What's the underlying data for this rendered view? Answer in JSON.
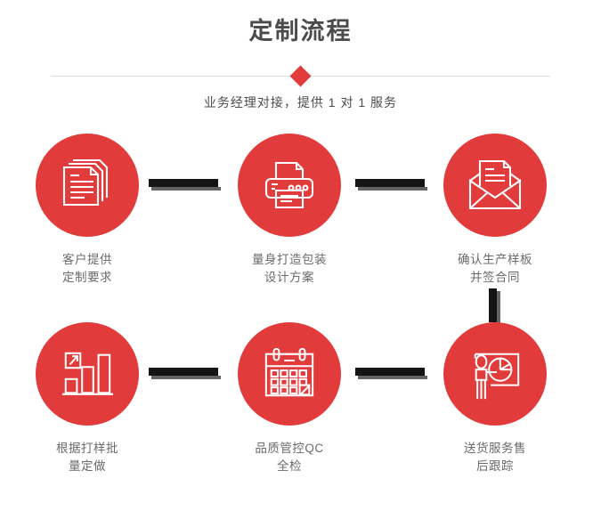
{
  "header": {
    "title": "定制流程",
    "subtitle": "业务经理对接，提供 1 对 1 服务",
    "diamond_icon": "diamond-marker",
    "accent_color": "#e23b3b",
    "title_color": "#4c4c4c",
    "divider_color": "#dcdcdc"
  },
  "flow": {
    "label_color": "#6b6b6b",
    "connector_color": "#141414",
    "connector_shadow_color": "#636363",
    "steps": [
      {
        "index": 1,
        "icon": "documents-stack-icon",
        "label": "客户提供\n定制要求"
      },
      {
        "index": 2,
        "icon": "printer-icon",
        "label": "量身打造包装\n设计方案"
      },
      {
        "index": 3,
        "icon": "open-envelope-letter-icon",
        "label": "确认生产样板\n并签合同"
      },
      {
        "index": 4,
        "icon": "bar-chart-growth-icon",
        "label": "根据打样批\n量定做"
      },
      {
        "index": 5,
        "icon": "calendar-icon",
        "label": "品质管控QC\n全检"
      },
      {
        "index": 6,
        "icon": "presenter-pie-chart-icon",
        "label": "送货服务售\n后跟踪"
      }
    ],
    "connectors": [
      {
        "name": "connector-step1-step2",
        "orientation": "horizontal"
      },
      {
        "name": "connector-step2-step3",
        "orientation": "horizontal"
      },
      {
        "name": "connector-step3-step6",
        "orientation": "vertical"
      },
      {
        "name": "connector-step4-step5",
        "orientation": "horizontal"
      },
      {
        "name": "connector-step5-step6",
        "orientation": "horizontal"
      }
    ]
  }
}
